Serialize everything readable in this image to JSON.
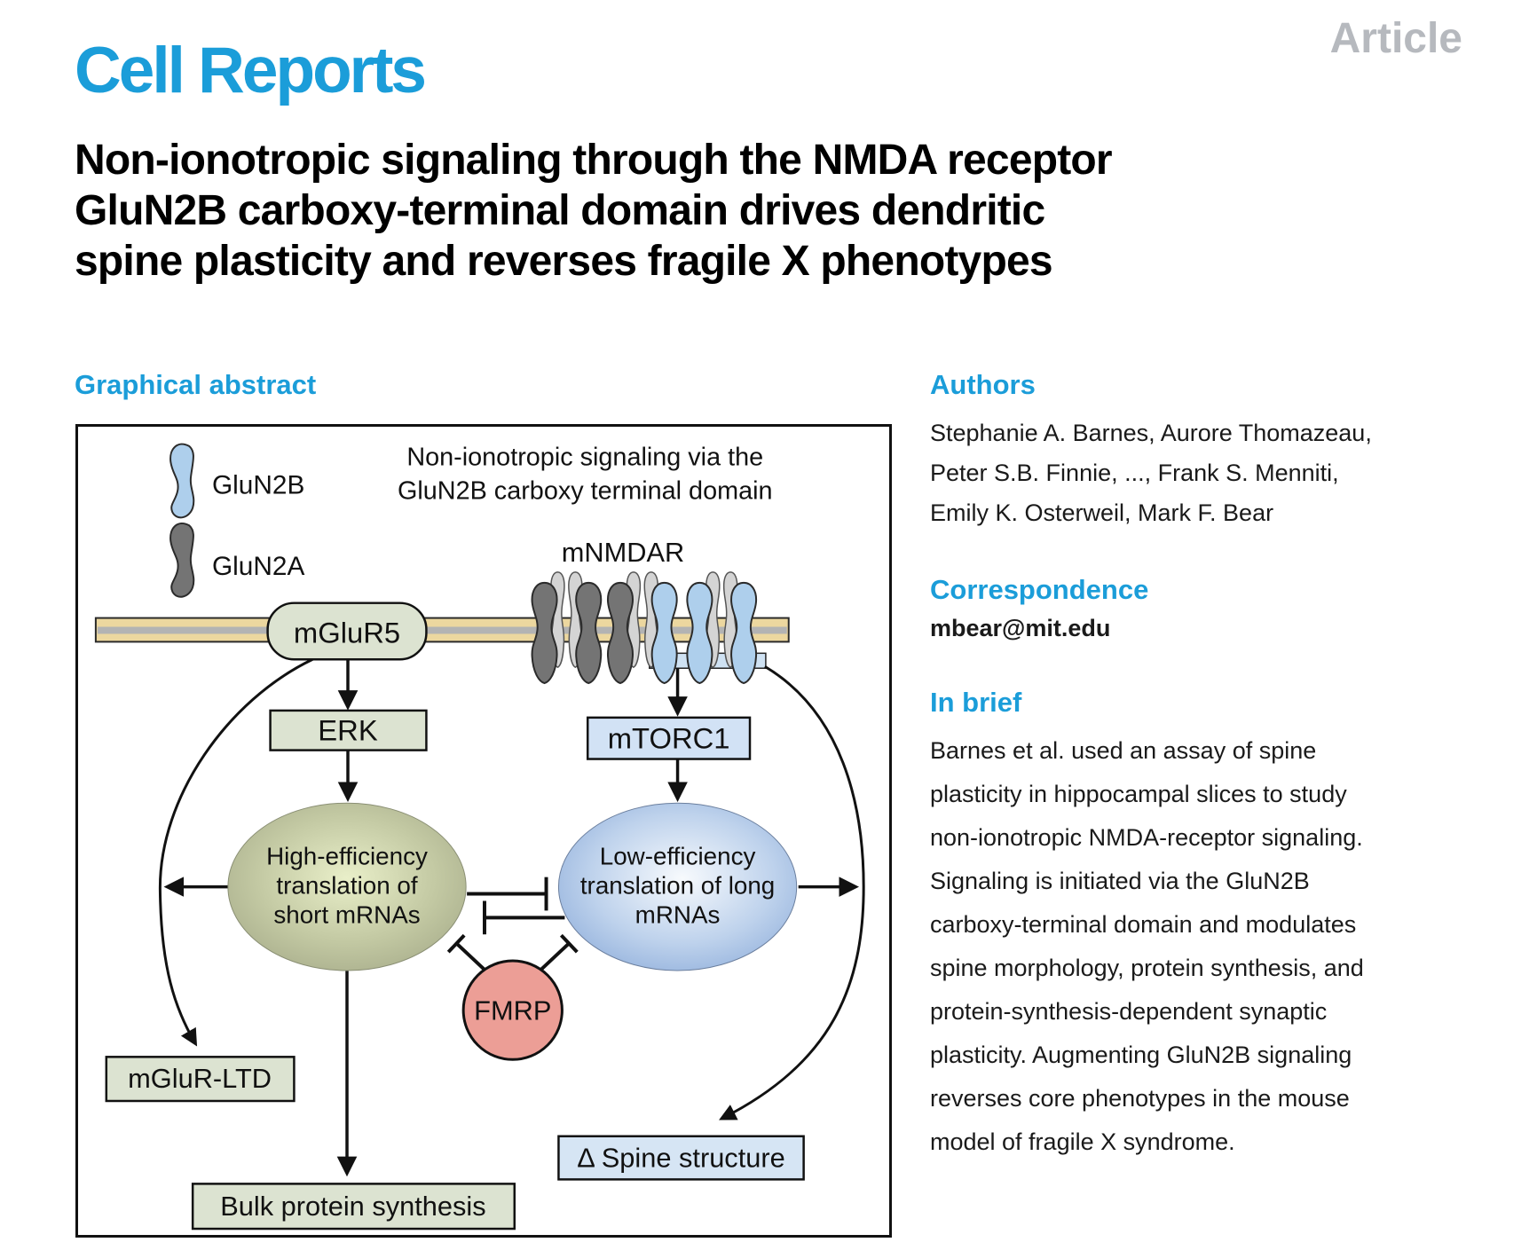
{
  "header": {
    "journal": "Cell Reports",
    "article_type": "Article"
  },
  "title_lines": [
    "Non-ionotropic signaling through the NMDA receptor",
    "GluN2B carboxy-terminal domain drives dendritic",
    "spine plasticity and reverses fragile X phenotypes"
  ],
  "left": {
    "section_heading": "Graphical abstract"
  },
  "right": {
    "authors_heading": "Authors",
    "author_lines": [
      "Stephanie A. Barnes, Aurore Thomazeau,",
      "Peter S.B. Finnie, ..., Frank S. Menniti,",
      "Emily K. Osterweil, Mark F. Bear"
    ],
    "correspondence_heading": "Correspondence",
    "correspondence_email": "mbear@mit.edu",
    "in_brief_heading": "In brief",
    "in_brief_lines": [
      "Barnes et al. used an assay of spine",
      "plasticity in hippocampal slices to study",
      "non-ionotropic NMDA-receptor signaling.",
      "Signaling is initiated via the GluN2B",
      "carboxy-terminal domain and modulates",
      "spine morphology, protein synthesis, and",
      "protein-synthesis-dependent synaptic",
      "plasticity. Augmenting GluN2B signaling",
      "reverses core phenotypes in the mouse",
      "model of fragile X syndrome."
    ]
  },
  "diagram": {
    "legend": {
      "glun2b_label": "GluN2B",
      "glun2a_label": "GluN2A"
    },
    "caption_lines": [
      "Non-ionotropic signaling via the",
      "GluN2B carboxy terminal domain"
    ],
    "mnmdar_label": "mNMDAR",
    "mglur5_label": "mGluR5",
    "erk_label": "ERK",
    "mtorc1_label": "mTORC1",
    "high_efficiency_lines": [
      "High-efficiency",
      "translation of",
      "short mRNAs"
    ],
    "low_efficiency_lines": [
      "Low-efficiency",
      "translation of long",
      "mRNAs"
    ],
    "fmrp_label": "FMRP",
    "mglur_ltd_label": "mGluR-LTD",
    "bulk_protein_label": "Bulk protein synthesis",
    "spine_structure_label": "Δ Spine structure"
  },
  "colors": {
    "brand_blue": "#1b9dd9",
    "article_gray": "#b6b9be",
    "sage_green": "#dce3d1",
    "light_blue": "#d6e5f4",
    "olive_edge": "#9ba181",
    "blue_edge": "#87a8d8",
    "fmrp_pink": "#ec9e96",
    "glun2b_blue": "#aecfec",
    "glun2a_gray": "#747474",
    "membrane_tan": "#ecd79f"
  }
}
